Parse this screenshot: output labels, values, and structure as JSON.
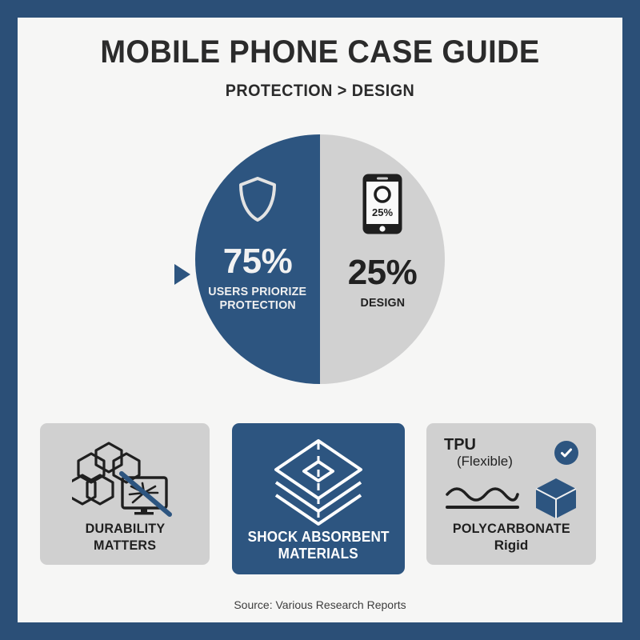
{
  "header": {
    "title": "MOBILE PHONE CASE GUIDE",
    "subtitle": "PROTECTION > DESIGN"
  },
  "chart_data": {
    "type": "pie",
    "title": "MOBILE PHONE CASE GUIDE",
    "subtitle": "PROTECTION > DESIGN",
    "categories": [
      "Users priorize protection",
      "Design"
    ],
    "values": [
      75,
      25
    ],
    "value_labels": [
      "75%",
      "25%"
    ],
    "colors": [
      "#2d5580",
      "#d1d1d1"
    ],
    "legend": "none",
    "slices": [
      {
        "name": "protection",
        "percent": 75,
        "percent_label": "75%",
        "caption": "USERS PRIORIZE\nPROTECTION",
        "caption_line1": "USERS PRIORIZE",
        "caption_line2": "PROTECTION",
        "color": "#2d5580",
        "icon": "shield-icon"
      },
      {
        "name": "design",
        "percent": 25,
        "percent_label": "25%",
        "caption": "DESIGN",
        "caption_line1": "DESIGN",
        "caption_line2": "",
        "color": "#d1d1d1",
        "icon": "smartphone-icon",
        "icon_inner_label": "25%"
      }
    ],
    "source": "Source: Various Research Reports"
  },
  "pie": {
    "arrow_marker": "play-triangle-icon",
    "left": {
      "percent": "75%",
      "label_line1": "USERS PRIORIZE",
      "label_line2": "PROTECTION",
      "icon": "shield-icon"
    },
    "right": {
      "percent": "25%",
      "label_line1": "DESIGN",
      "icon": "smartphone-icon",
      "screen_value": "25%"
    }
  },
  "cards": [
    {
      "id": "durability",
      "title_line1": "DURABILITY",
      "title_line2": "MATTERS",
      "icons": [
        "honeycomb-hexagons-icon",
        "cracked-screen-blocked-icon"
      ],
      "background": "#d0d0d0"
    },
    {
      "id": "shock-absorbent",
      "title_line1": "SHOCK ABSORBENT",
      "title_line2": "MATERIALS",
      "icons": [
        "stacked-layers-diamond-icon"
      ],
      "background": "#2d5580"
    },
    {
      "id": "polycarbonate",
      "tpu_label": "TPU",
      "tpu_sub": "(Flexible)",
      "check": "check-circle-icon",
      "icons": [
        "wave-flexible-icon",
        "cube-rigid-icon"
      ],
      "title_line1": "POLYCARBONATE",
      "title_line2": "Rigid",
      "background": "#d0d0d0"
    }
  ],
  "footer": {
    "source": "Source: Various Research Reports"
  },
  "colors": {
    "frame": "#2b4f77",
    "accent_blue": "#2d5580",
    "neutral_gray": "#d0d0d0",
    "canvas": "#f6f6f5",
    "text_dark": "#2b2b2b"
  }
}
